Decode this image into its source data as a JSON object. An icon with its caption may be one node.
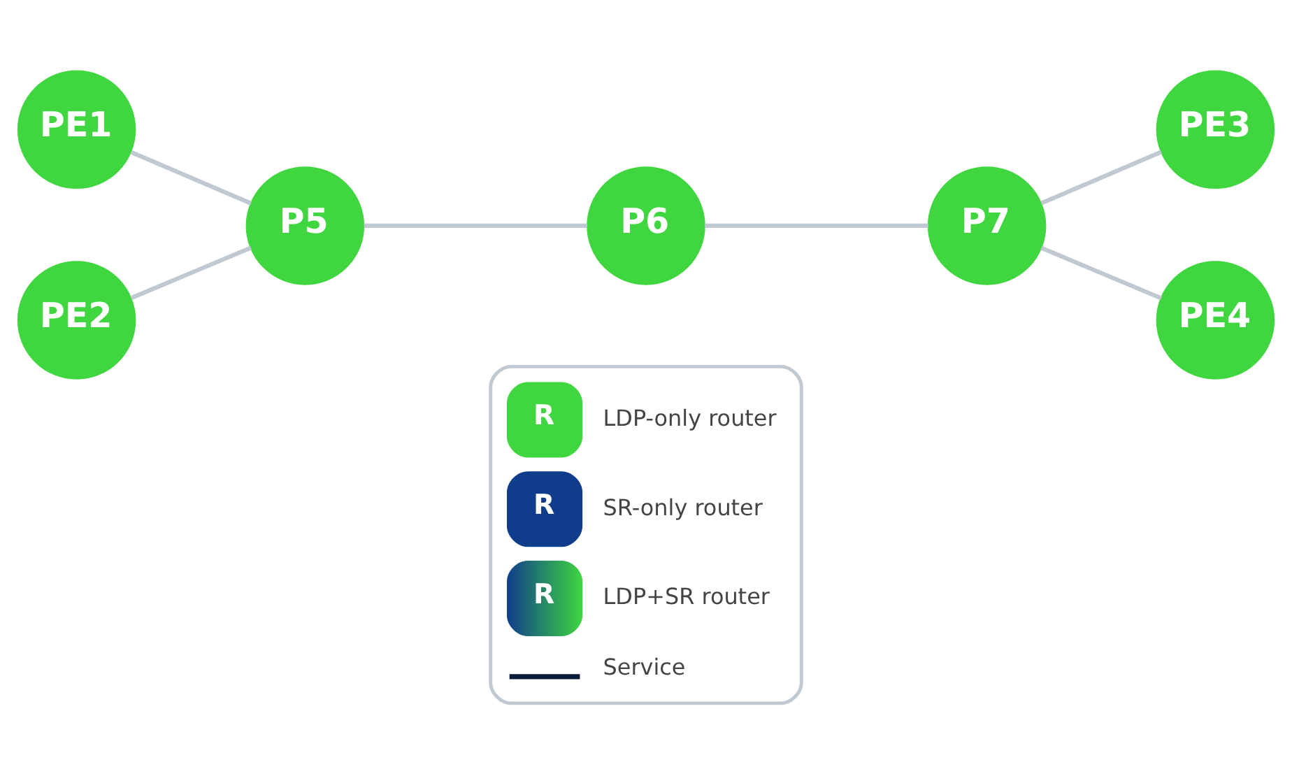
{
  "diagram": {
    "nodes": [
      {
        "text": [
          "PE1"
        ]
      },
      {
        "text": [
          "PE2"
        ]
      },
      {
        "text": [
          "P5"
        ]
      },
      {
        "text": [
          "P6"
        ]
      },
      {
        "text": [
          "P7"
        ]
      },
      {
        "text": [
          "PE3"
        ]
      },
      {
        "text": [
          "PE4"
        ]
      }
    ],
    "edges": [
      {
        "from": 0,
        "to": 2,
        "arrow": "none"
      },
      {
        "from": 1,
        "to": 2,
        "arrow": "none"
      },
      {
        "from": 2,
        "to": 3,
        "arrow": "none"
      },
      {
        "from": 3,
        "to": 4,
        "arrow": "none"
      },
      {
        "from": 4,
        "to": 5,
        "arrow": "none"
      },
      {
        "from": 4,
        "to": 6,
        "arrow": "none"
      }
    ],
    "labels": [
      "R",
      "R",
      "R"
    ],
    "legend": [
      {
        "text": "LDP-only router",
        "color": "#3fd63f"
      },
      {
        "text": "SR-only router",
        "color": "#0f3d8c"
      },
      {
        "text": "LDP+SR router"
      },
      {
        "text": "Service"
      }
    ]
  }
}
